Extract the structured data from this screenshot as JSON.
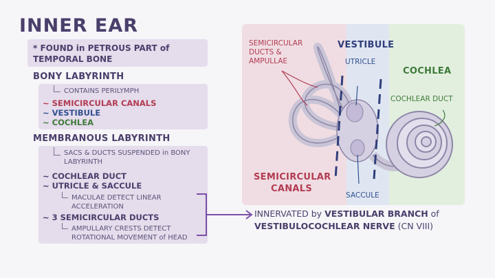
{
  "title": "INNER EAR",
  "left": {
    "found_note": "* FOUND in PETROUS PART of TEMPORAL BONE",
    "bony": {
      "heading": "BONY LABYRINTH",
      "sub": "CONTAINS PERILYMPH",
      "items": [
        "~ SEMICIRCULAR CANALS",
        "~ VESTIBULE",
        "~ COCHLEA"
      ]
    },
    "membranous": {
      "heading": "MEMBRANOUS LABYRINTH",
      "sub": "SACS & DUCTS SUSPENDED in BONY LABYRINTH",
      "item_cochlear": "~ COCHLEAR DUCT",
      "item_utricle": "~ UTRICLE & SACCULE",
      "utricle_note": "MACULAE DETECT LINEAR ACCELERATION",
      "item_ducts": "~ 3 SEMICIRCULAR DUCTS",
      "ducts_note": "AMPULLARY CRESTS DETECT ROTATIONAL MOVEMENT of HEAD"
    }
  },
  "diagram": {
    "semicircular_ducts": "SEMICIRCULAR DUCTS & AMPULLAE",
    "vestibule": "VESTIBULE",
    "utricle": "UTRICLE",
    "cochlea": "COCHLEA",
    "cochlear_duct": "COCHLEAR DUCT",
    "semicircular_canals": "SEMICIRCULAR CANALS",
    "saccule": "SACCULE"
  },
  "innervation": {
    "line1_pre": "INNERVATED by ",
    "line1_bold": "VESTIBULAR BRANCH",
    "line1_post": " of",
    "line2_bold": "VESTIBULOCOCHLEAR NERVE",
    "line2_post": " (CN VIII)"
  },
  "colors": {
    "red_region": "#f0dde3",
    "blue_region": "#dfe6f2",
    "green_region": "#e2efdf",
    "panel": "#e5dcec",
    "accent_purple": "#7a4fa8"
  }
}
